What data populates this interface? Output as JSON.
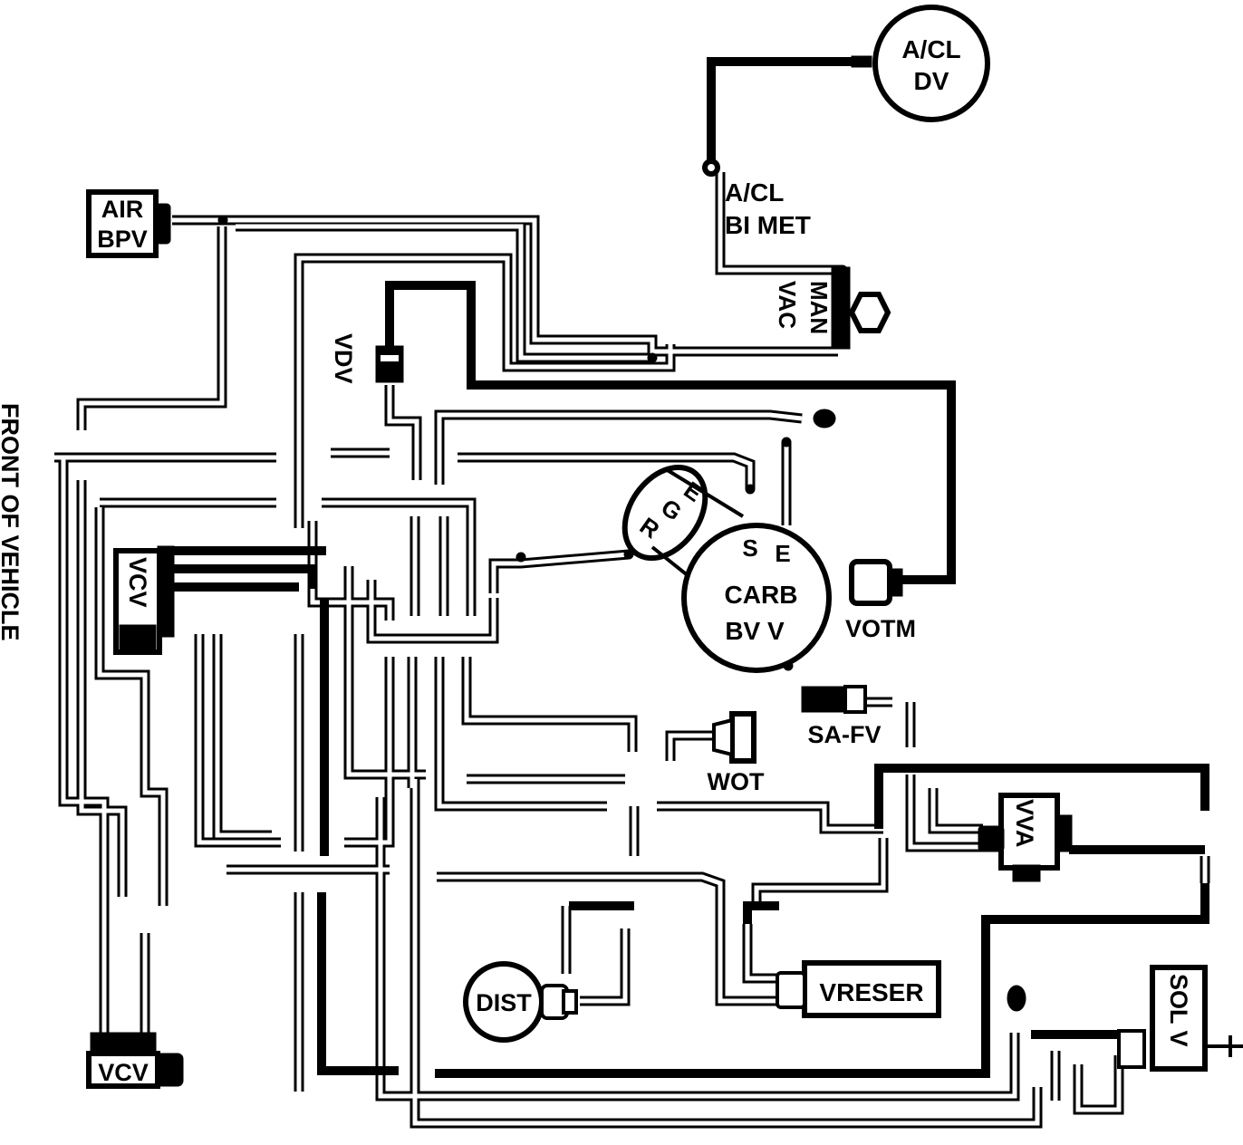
{
  "side_label": "FRONT OF VEHICLE",
  "components": {
    "acl_dv": {
      "line1": "A/CL",
      "line2": "DV"
    },
    "acl_bimet": {
      "line1": "A/CL",
      "line2": "BI MET"
    },
    "air_bpv": {
      "line1": "AIR",
      "line2": "BPV"
    },
    "man_vac": {
      "line1": "MAN",
      "line2": "VAC"
    },
    "vdv": "VDV",
    "vcv_upper": "VCV",
    "vcv_lower": "VCV",
    "egr": {
      "e": "E",
      "g": "G",
      "r": "R"
    },
    "carb": {
      "s": "S",
      "e": "E",
      "line1": "CARB",
      "line2": "BV V"
    },
    "votm": "VOTM",
    "sa_fv": "SA-FV",
    "wot": "WOT",
    "vva": "VVA",
    "vreser": "VRESER",
    "dist": "DIST",
    "sol_v": "SOL V"
  },
  "colors": {
    "line": "#000000",
    "background": "#ffffff"
  }
}
